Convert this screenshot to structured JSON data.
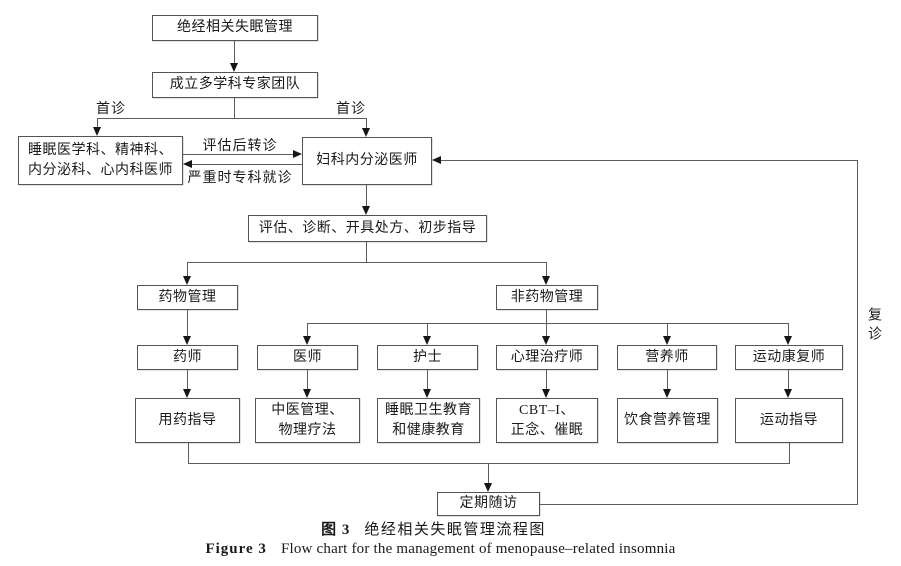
{
  "figure": {
    "caption_zh_label": "图 3",
    "caption_zh_text": "绝经相关失眠管理流程图",
    "caption_en_label": "Figure 3",
    "caption_en_text": "Flow chart for the management of menopause–related insomnia"
  },
  "nodes": {
    "management": "绝经相关失眠管理",
    "team": "成立多学科专家团队",
    "sleep_dept": "睡眠医学科、精神科、\n内分泌科、心内科医师",
    "gyn_endocrinologist": "妇科内分泌医师",
    "assessment": "评估、诊断、开具处方、初步指导",
    "drug_mgmt": "药物管理",
    "nondrug_mgmt": "非药物管理",
    "pharmacist": "药师",
    "doctor": "医师",
    "nurse": "护士",
    "psychotherapist": "心理治疗师",
    "dietitian": "营养师",
    "rehab_therapist": "运动康复师",
    "medication_guidance": "用药指导",
    "tcm_physio": "中医管理、\n物理疗法",
    "sleep_education": "睡眠卫生教育\n和健康教育",
    "cbt": "CBT–I、\n正念、催眠",
    "diet_mgmt": "饮食营养管理",
    "exercise_guidance": "运动指导",
    "followup": "定期随访"
  },
  "edge_labels": {
    "first_visit_left": "首诊",
    "first_visit_right": "首诊",
    "referral_after_assessment": "评估后转诊",
    "severe_specialist_visit": "严重时专科就诊",
    "revisit": "复诊"
  },
  "colors": {
    "background": "#ffffff",
    "box_border": "#545454",
    "line": "#5c5c5c",
    "arrow": "#161616",
    "text": "#1a1a1a"
  }
}
